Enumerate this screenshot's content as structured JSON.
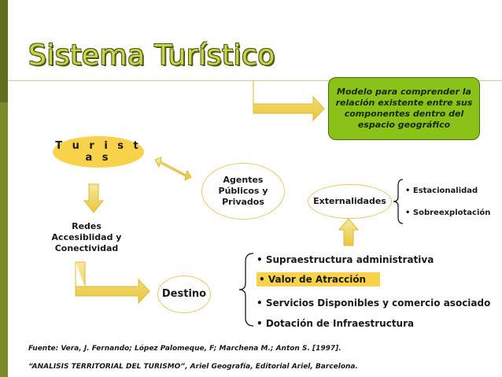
{
  "title": "Sistema Turístico",
  "nodes": {
    "modelo": "Modelo para comprender la relación existente entre sus componentes dentro del espacio geográfico",
    "turistas": "T u r i s t a s",
    "agentes": "Agentes Públicos y Privados",
    "externalidades": "Externalidades",
    "redes": "Redes Accesiblidad y Conectividad",
    "destino": "Destino"
  },
  "externalidades_items": [
    "• Estacionalidad",
    "• Sobreexplotación"
  ],
  "destino_items": [
    "• Supraestructura administrativa",
    "• Valor de Atracción",
    "• Servicios Disponibles y comercio asociado",
    "• Dotación de Infraestructura"
  ],
  "footer": {
    "line1": "Fuente: Vera, J. Fernando; López Palomeque, F; Marchena M.; Anton S. [1997].",
    "line2": "“ANALISIS TERRITORIAL DEL TURISMO”, Ariel Geografía, Editorial Ariel, Barcelona."
  },
  "colors": {
    "title": "#c9d44d",
    "accent_yellow": "#f7d24a",
    "green_box": "#8bc21a",
    "side_bar": "#7a8c29"
  }
}
